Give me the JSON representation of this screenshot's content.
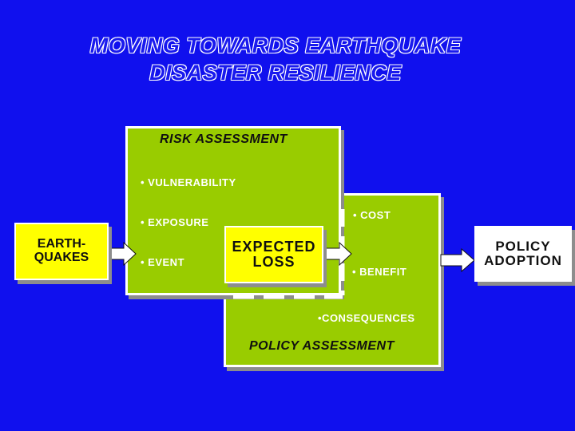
{
  "title": {
    "line1": "MOVING TOWARDS EARTHQUAKE",
    "line2": "DISASTER RESILIENCE"
  },
  "risk_assessment": {
    "label": "RISK  ASSESSMENT",
    "bullets": [
      "• VULNERABILITY",
      "• EXPOSURE",
      "• EVENT"
    ]
  },
  "policy_assessment": {
    "label": "POLICY  ASSESSMENT",
    "bullets": [
      "• COST",
      "• BENEFIT",
      "•CONSEQUENCES"
    ]
  },
  "earthquakes": {
    "label": "EARTH-\nQUAKES"
  },
  "expected_loss": {
    "label": "EXPECTED\nLOSS"
  },
  "policy_adoption": {
    "label": "POLICY\nADOPTION"
  },
  "colors": {
    "background": "#1010ee",
    "box_green": "#99cc00",
    "box_yellow": "#ffff00",
    "arrow_white": "#ffffff"
  }
}
